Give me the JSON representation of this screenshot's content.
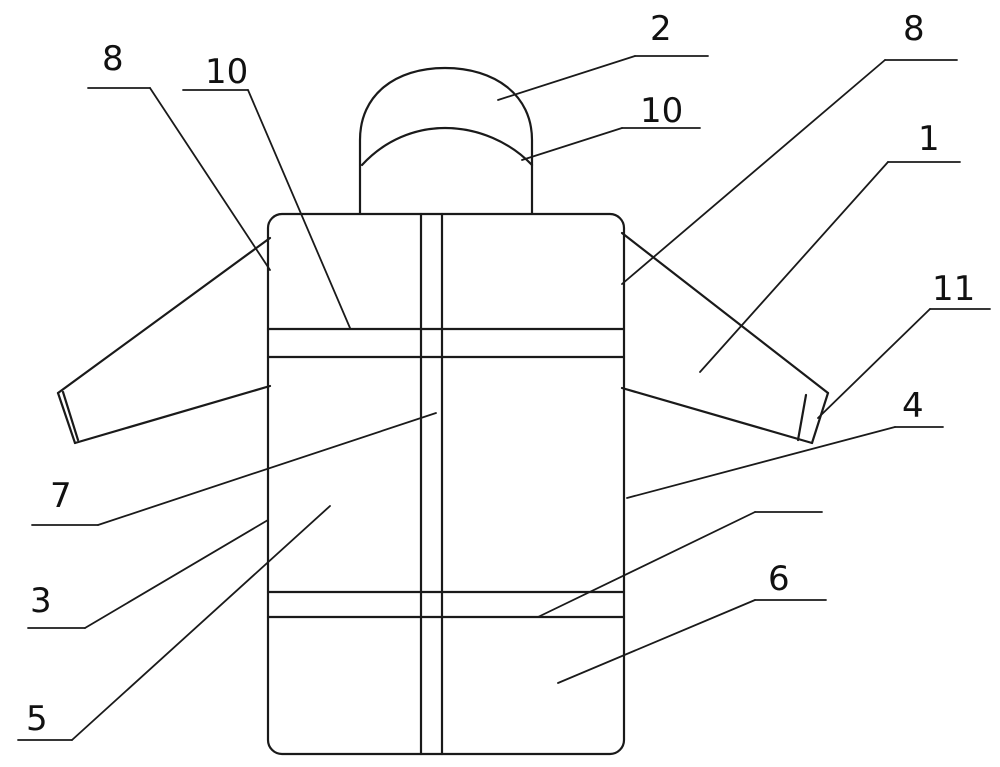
{
  "colors": {
    "line": "#1a1a1a",
    "background": "#ffffff"
  },
  "labels": {
    "l8_left": "8",
    "l10_left": "10",
    "l2": "2",
    "l10_right": "10",
    "l8_right": "8",
    "l1": "1",
    "l11": "11",
    "l4": "4",
    "l7": "7",
    "l3": "3",
    "l6": "6",
    "l5": "5"
  }
}
